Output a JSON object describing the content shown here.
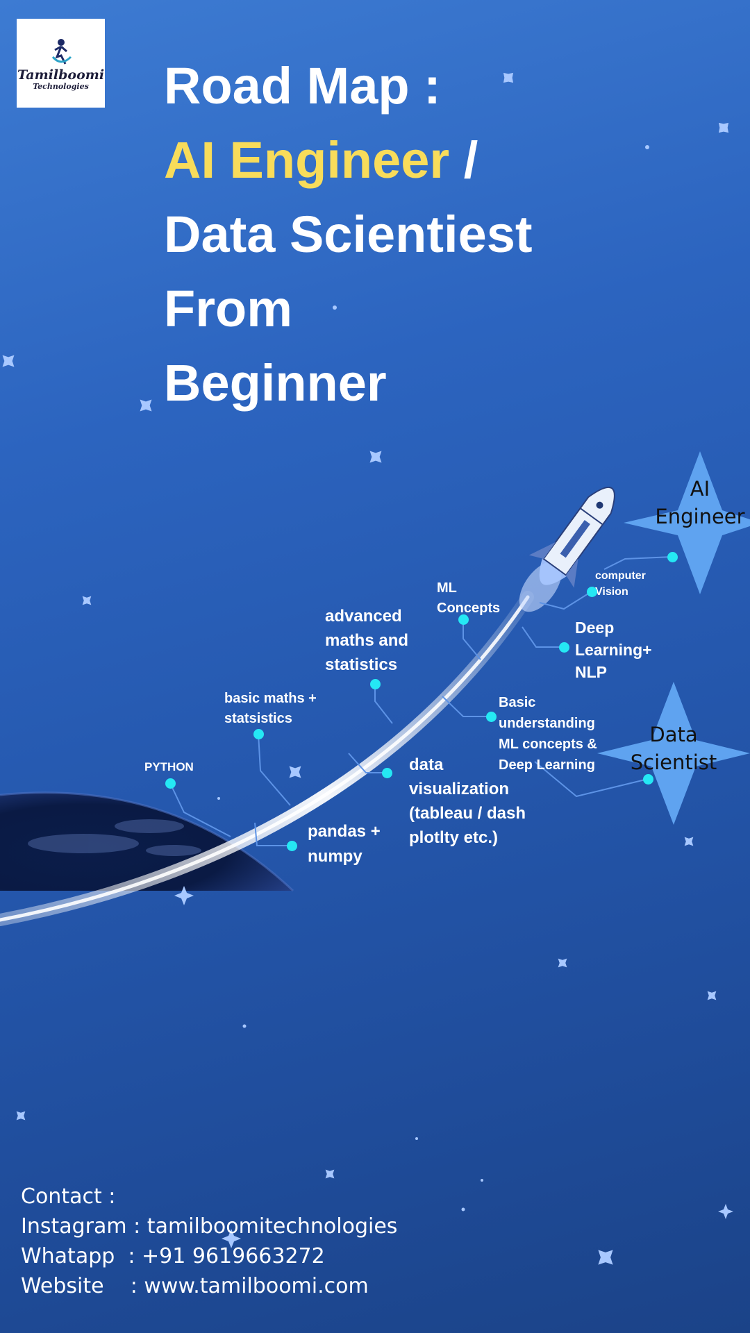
{
  "logo": {
    "name": "Tamilboomi",
    "sub": "Technologies"
  },
  "title": {
    "line1": "Road Map  :",
    "line2_accent": "AI Engineer",
    "line2_rest": " /",
    "line3": "Data Scientiest",
    "line4": "From",
    "line5": "Beginner"
  },
  "colors": {
    "accent": "#f8dc5a",
    "node_dot": "#25e8f4",
    "star_fill": "#5fa3f0"
  },
  "roadmap": {
    "python": "PYTHON",
    "basic_maths": "basic maths +\nstatsistics",
    "advanced_maths": "advanced\nmaths and\nstatistics",
    "ml_concepts": "ML\nConcepts",
    "pandas": "pandas +\nnumpy",
    "data_viz": "data\nvisualization\n(tableau / dash\nplotlty etc.)",
    "basic_understanding": "Basic\nunderstanding\nML concepts &\nDeep Learning",
    "deep_learning": "Deep\nLearning+\nNLP",
    "computer_vision": "computer\nVision"
  },
  "goals": {
    "ai_engineer": "AI\nEngineer",
    "data_scientist": "Data\nScientist"
  },
  "contact": {
    "heading": "Contact :",
    "instagram": "Instagram : tamilboomitechnologies",
    "whatsapp": "Whatapp  : +91 9619663272",
    "website": "Website    : www.tamilboomi.com"
  }
}
